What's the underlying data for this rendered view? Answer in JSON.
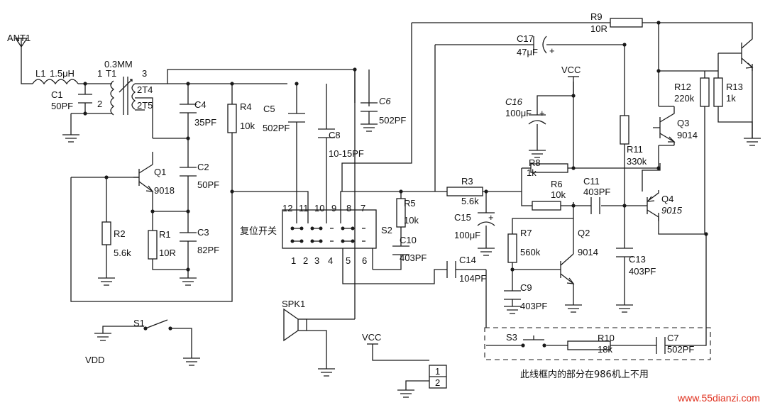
{
  "labels": {
    "ant1": "ANT1",
    "l1": "L1",
    "l1_val": "1.5μH",
    "wire": "0.3MM",
    "t1": "T1",
    "t1_p1": "1",
    "t1_p2": "2",
    "t1_p3": "3",
    "t1_2t4": "2T4",
    "t1_2t5": "2T5",
    "c1": "C1",
    "c1_val": "50PF",
    "c4": "C4",
    "c4_val": "35PF",
    "c2": "C2",
    "c2_val": "50PF",
    "c3": "C3",
    "c3_val": "82PF",
    "r4": "R4",
    "r4_val": "10k",
    "c5": "C5",
    "c5_val": "502PF",
    "c8": "C8",
    "c8_val": "10-15PF",
    "c6": "C6",
    "c6_val": "502PF",
    "q1": "Q1",
    "q1_val": "9018",
    "r2": "R2",
    "r2_val": "5.6k",
    "r1": "R1",
    "r1_val": "10R",
    "reset_switch": "复位开关",
    "s2": "S2",
    "pins_top": [
      "12",
      "11",
      "10",
      "9",
      "8",
      "7"
    ],
    "pins_bottom": [
      "1",
      "2",
      "3",
      "4",
      "5",
      "6"
    ],
    "r5": "R5",
    "r5_val": "10k",
    "c10": "C10",
    "c10_val": "403PF",
    "r3": "R3",
    "r3_val": "5.6k",
    "c15": "C15",
    "c15_val": "100μF",
    "plus": "+",
    "c14": "C14",
    "c14_val": "104PF",
    "r7": "R7",
    "r7_val": "560k",
    "c9": "C9",
    "c9_val": "403PF",
    "q2": "Q2",
    "q2_val": "9014",
    "r8": "R8",
    "r8_val": "1k",
    "r6": "R6",
    "r6_val": "10k",
    "c11": "C11",
    "c11_val": "403PF",
    "c13": "C13",
    "c13_val": "403PF",
    "q4": "Q4",
    "q4_val": "9015",
    "vcc": "VCC",
    "c16": "C16",
    "c16_val": "100μF",
    "c17": "C17",
    "c17_val": "47μF",
    "r9": "R9",
    "r9_val": "10R",
    "r11": "R11",
    "r11_val": "330k",
    "q3": "Q3",
    "q3_val": "9014",
    "r12": "R12",
    "r12_val": "220k",
    "r13": "R13",
    "r13_val": "1k",
    "spk1": "SPK1",
    "s1": "S1",
    "vdd": "VDD",
    "conn_pin1": "1",
    "conn_pin2": "2",
    "s3": "S3",
    "r10": "R10",
    "r10_val": "18k",
    "c7": "C7",
    "c7_val": "502PF",
    "box_note": "此线框内的部分在986机上不用",
    "watermark": "www.55dianzi.com"
  }
}
